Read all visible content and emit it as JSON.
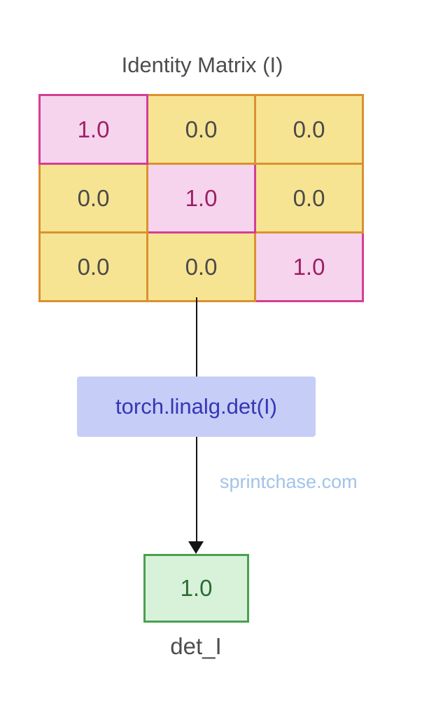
{
  "title": "Identity Matrix (I)",
  "matrix": {
    "name": "Identity Matrix (I)",
    "rows": [
      [
        "1.0",
        "0.0",
        "0.0"
      ],
      [
        "0.0",
        "1.0",
        "0.0"
      ],
      [
        "0.0",
        "0.0",
        "1.0"
      ]
    ]
  },
  "operation": {
    "label": "torch.linalg.det(I)"
  },
  "result": {
    "value": "1.0",
    "label": "det_I"
  },
  "watermark": "sprintchase.com",
  "colors": {
    "diagonal_cell_fill": "#f7d4ee",
    "diagonal_cell_border": "#d23f96",
    "diagonal_cell_text": "#9e2063",
    "offdiagonal_cell_fill": "#f7e492",
    "offdiagonal_cell_border": "#d9922e",
    "offdiagonal_cell_text": "#4a4a4a",
    "operation_fill": "#c6cdf7",
    "operation_text": "#3636b5",
    "result_fill": "#d8f2da",
    "result_border": "#49a14f",
    "result_text": "#2c6b32",
    "title_text": "#4d4d4d",
    "watermark_text": "#a2c3e9",
    "arrow": "#141414",
    "background": "#ffffff"
  }
}
